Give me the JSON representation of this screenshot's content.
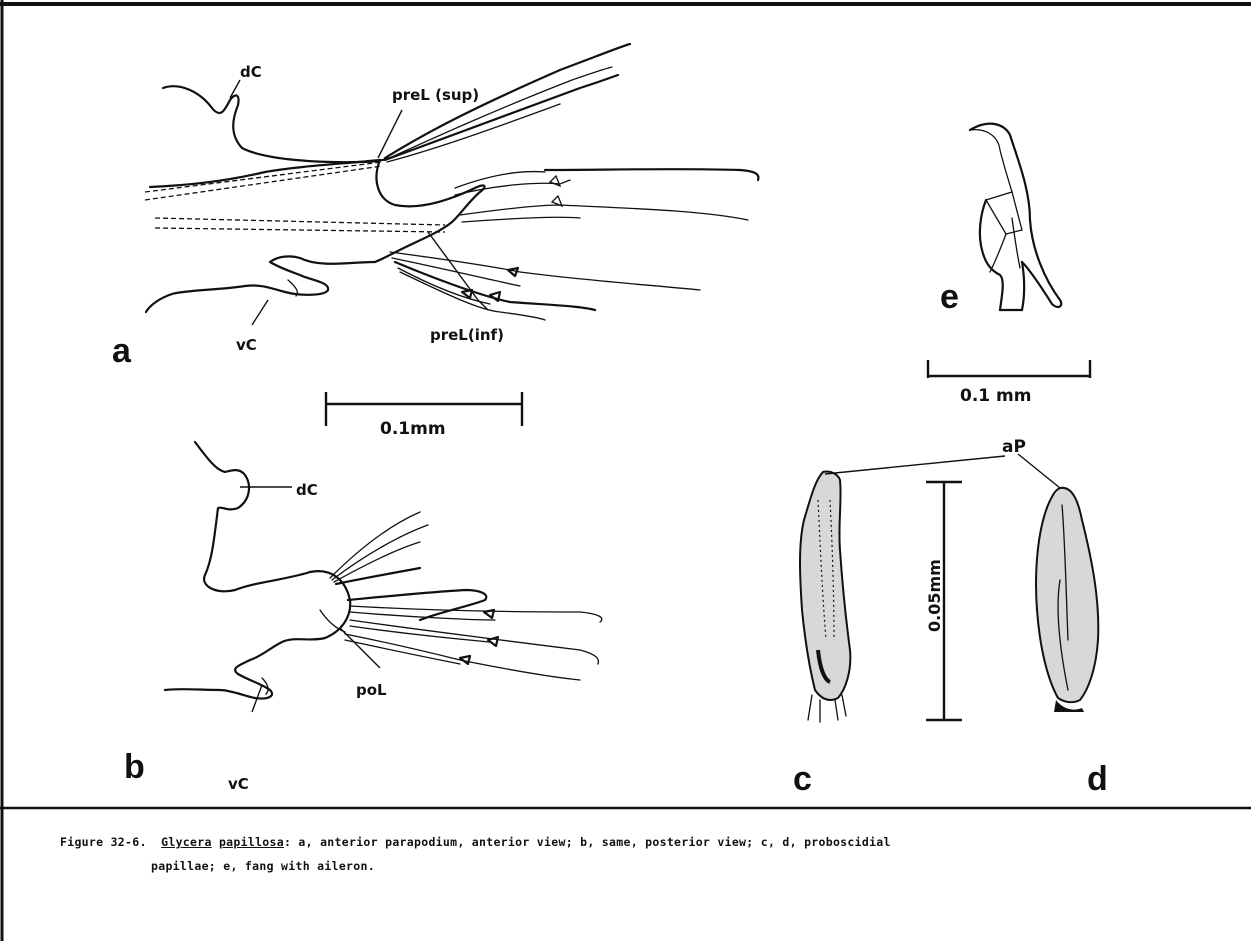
{
  "figure": {
    "panels": {
      "a": "a",
      "b": "b",
      "c": "c",
      "d": "d",
      "e": "e"
    },
    "labels": {
      "a_dC": "dC",
      "a_preL_sup": "preL (sup)",
      "a_vC": "vC",
      "a_preL_inf": "preL(inf)",
      "b_dC": "dC",
      "b_vC": "vC",
      "b_poL": "poL",
      "cd_aP": "aP"
    },
    "scale_bars": {
      "ab": "0.1mm",
      "e": "0.1 mm",
      "cd": "0.05mm"
    }
  },
  "caption": {
    "figure_number": "Figure 32-6.",
    "genus": "Glycera",
    "species": "papillosa",
    "text_line1": ":  a, anterior parapodium, anterior view; b, same, posterior view; c, d, proboscidial",
    "text_line2": "papillae; e, fang with aileron."
  }
}
